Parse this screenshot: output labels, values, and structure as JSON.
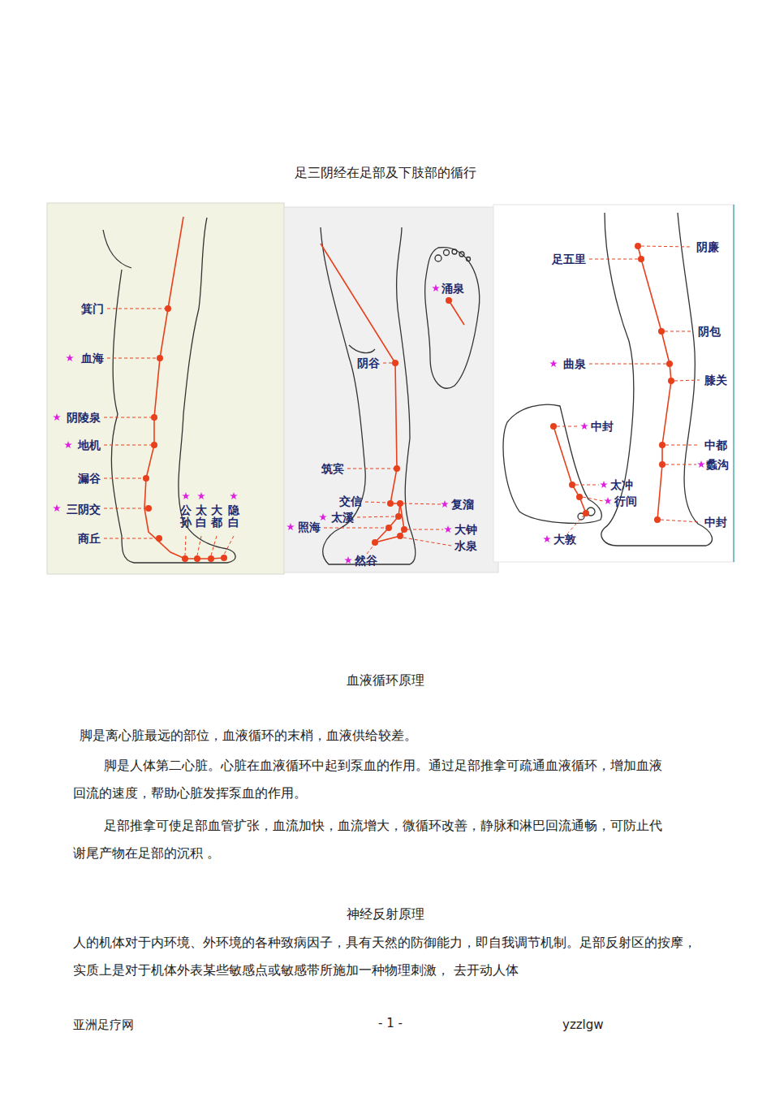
{
  "diagram": {
    "title": "足三阴经在足部及下肢部的循行",
    "labels": [
      "血液循环原理",
      "脚是离心脏最远的部位，血液循环的末梢，血液供给较差。",
      "脚是人体第二心脏。心脏在血液循环中起到泵血的作用。通过足部推拿可疏通血液循环，增加血液回流的速度，帮助心脏发挥泵血的作用。",
      "足部推拿可使足部血管扩张，血流加快，血流增大，微循环改善，静脉和淋巴回流通畅，可防止代谢尾产物在足部的沉积 。",
      "神经反射原理",
      "人的机体对于内环境、外环境的各种致病因子，具有天然的防御能力，即自我调节机制。足部反射区的按摩， 实质上是对于机体外表某些敏感点或敏感带所施加一种物理刺激， 去开动人体",
      "亚洲足疗网",
      "- 1 -",
      "yzzlgw",
      "箕门",
      "血海",
      "阴陵泉",
      "地机",
      "漏谷",
      "三阴交",
      "商丘",
      "公孙",
      "太白",
      "大都",
      "隐白",
      "涌泉",
      "阴谷",
      "筑宾",
      "交信",
      "复溜",
      "太溪",
      "照海",
      "大钟",
      "水泉",
      "然谷",
      "阴廉",
      "足五里",
      "阴包",
      "曲泉",
      "膝关",
      "中封",
      "中都",
      "太冲",
      "蠡沟",
      "行间",
      "中封",
      "大敦"
    ]
  }
}
